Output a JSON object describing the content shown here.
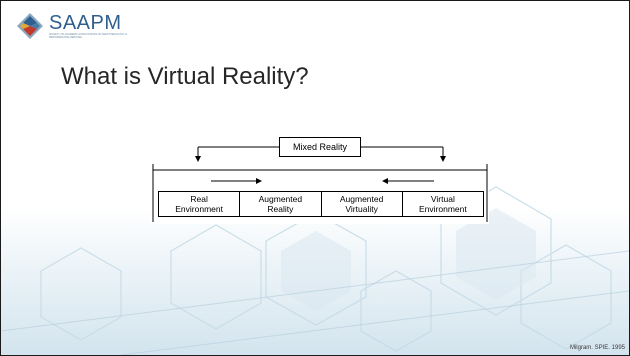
{
  "logo": {
    "name": "SAAPM",
    "tagline": "SOCIETY OF ACADEMIC ASSOCIATIONS OF ANESTHESIOLOGY & PERIOPERATIVE MEDICINE",
    "mark_colors": [
      "#2f5f8e",
      "#c0392b",
      "#e0a83a",
      "#8aa7c2"
    ]
  },
  "slide": {
    "title": "What is Virtual Reality?",
    "citation": "Milgram. SPIE. 1995"
  },
  "diagram": {
    "top_label": "Mixed Reality",
    "segments": [
      {
        "line1": "Real",
        "line2": "Environment"
      },
      {
        "line1": "Augmented",
        "line2": "Reality"
      },
      {
        "line1": "Augmented",
        "line2": "Virtuality"
      },
      {
        "line1": "Virtual",
        "line2": "Environment"
      }
    ]
  },
  "colors": {
    "text": "#262626",
    "brand": "#2f5f8e",
    "hex_light": "#cfe0ea"
  }
}
